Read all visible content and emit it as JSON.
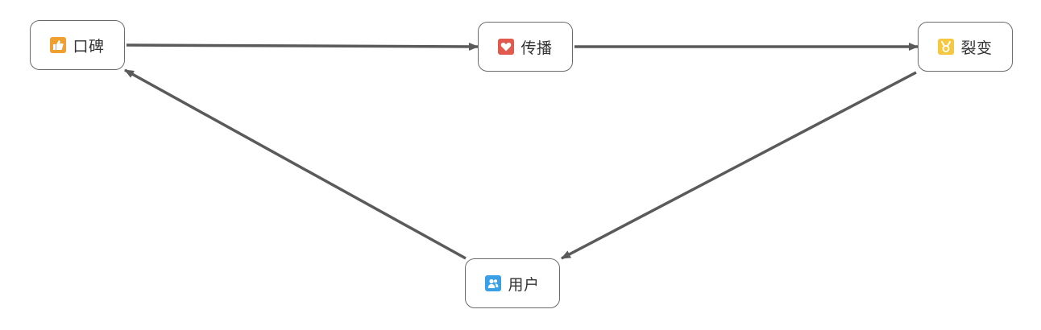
{
  "diagram": {
    "edge_color": "#5a5a5a",
    "nodes": [
      {
        "id": "koubei",
        "label": "口碑",
        "icon": "thumbs-up-icon",
        "icon_color": "#f0a030"
      },
      {
        "id": "chuanbo",
        "label": "传播",
        "icon": "heart-icon",
        "icon_color": "#e05a4e"
      },
      {
        "id": "liebian",
        "label": "裂变",
        "icon": "medal-icon",
        "icon_color": "#f5c842"
      },
      {
        "id": "yonghu",
        "label": "用户",
        "icon": "users-icon",
        "icon_color": "#3aa0e6"
      }
    ],
    "edges": [
      {
        "from": "koubei",
        "to": "chuanbo"
      },
      {
        "from": "chuanbo",
        "to": "liebian"
      },
      {
        "from": "liebian",
        "to": "yonghu"
      },
      {
        "from": "yonghu",
        "to": "koubei"
      }
    ]
  }
}
